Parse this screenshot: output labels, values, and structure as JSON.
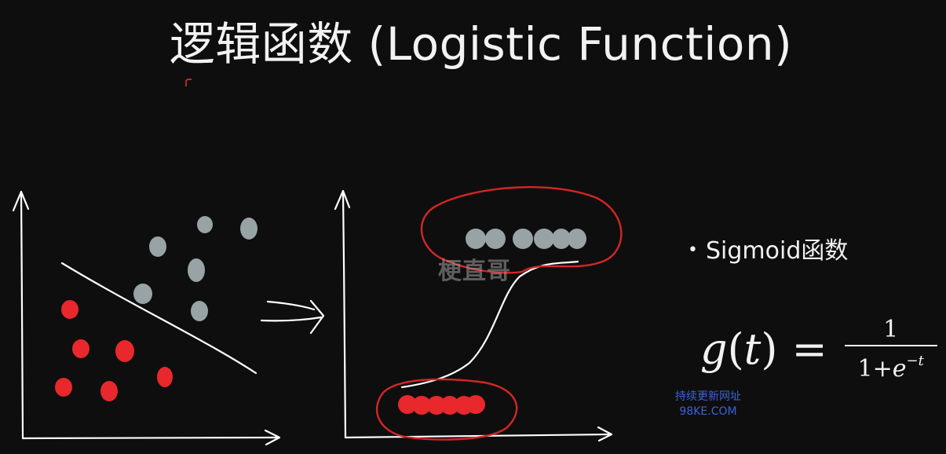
{
  "slide": {
    "title": "逻辑函数 (Logistic Function)",
    "bullet": "Sigmoid函数",
    "bullet_marker": "•"
  },
  "formula": {
    "lhs_func": "g",
    "lhs_arg": "t",
    "equals": "=",
    "numerator": "1",
    "denominator_base": "1+",
    "denominator_e": "e",
    "denominator_exp": "−t"
  },
  "watermarks": {
    "center": "梗直哥",
    "site_line1": "持续更新网址",
    "site_line2": "98KE.COM"
  },
  "colors": {
    "background": "#0e0e0e",
    "ink": "#ffffff",
    "red_class": "#e8282c",
    "gray_class": "#98a3a6",
    "red_outline": "#d42626",
    "watermark_blue": "#3b63d8"
  }
}
